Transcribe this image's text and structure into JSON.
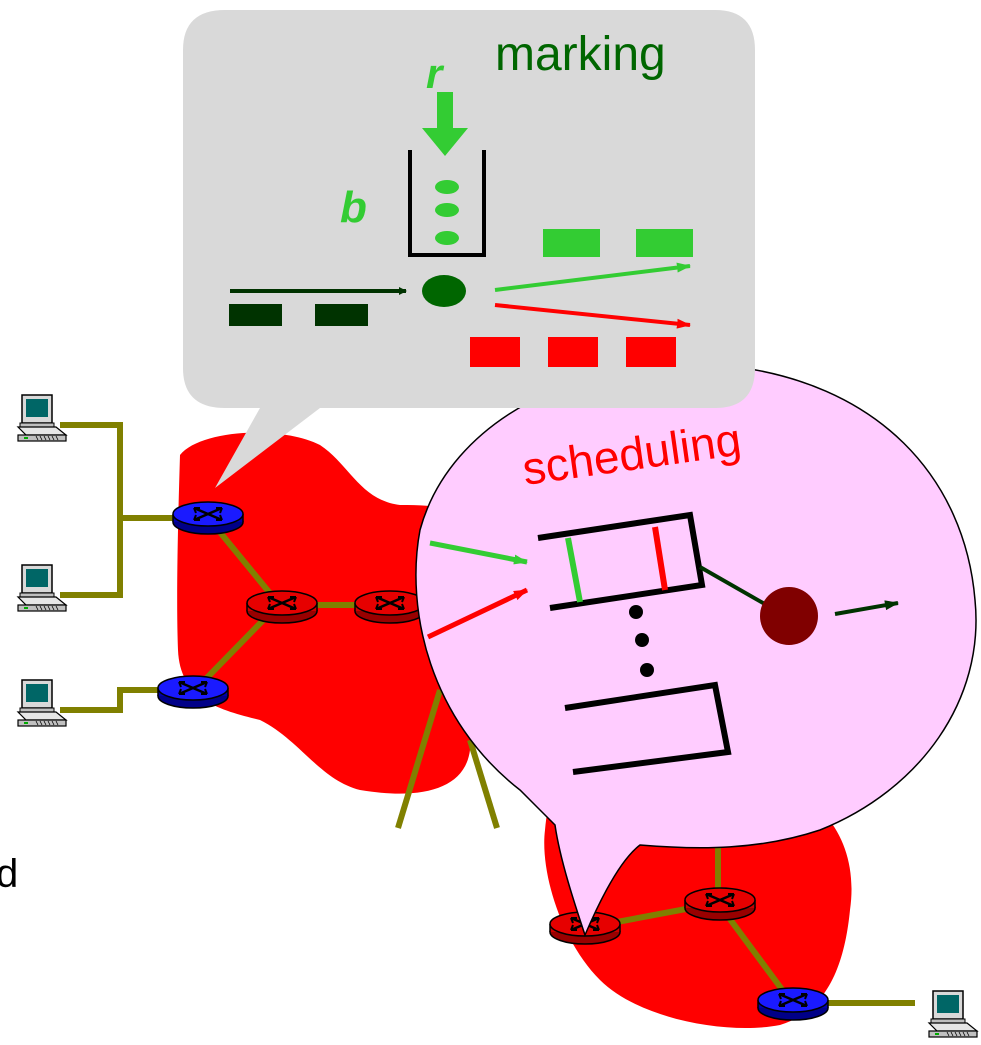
{
  "marking": {
    "title": "marking",
    "rate_label": "r",
    "bucket_label": "b"
  },
  "scheduling": {
    "title": "scheduling"
  },
  "edge_text": "d",
  "colors": {
    "network_cloud": "#ff0000",
    "marking_bubble": "#d9d9d9",
    "scheduling_bubble": "#ffccff",
    "in_profile": "#33cc33",
    "out_of_profile": "#ff0000",
    "incoming_packets": "#003300",
    "edge_router": "#0000cc",
    "core_router": "#cc0000",
    "link": "#808000",
    "scheduler": "#800000",
    "marking_title": "#006600",
    "scheduling_title": "#ff0000"
  }
}
